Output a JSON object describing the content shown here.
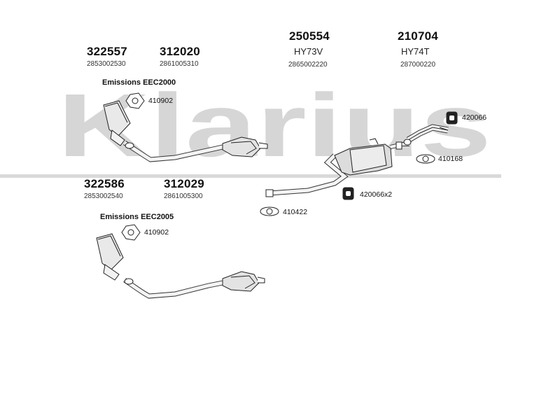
{
  "watermark": {
    "text": "Klarius",
    "color": "#d6d6d6"
  },
  "parts": {
    "p322557": {
      "number": "322557",
      "oem": "2853002530"
    },
    "p312020": {
      "number": "312020",
      "oem": "2861005310"
    },
    "p250554": {
      "number": "250554",
      "code": "HY73V",
      "oem": "2865002220"
    },
    "p210704": {
      "number": "210704",
      "code": "HY74T",
      "oem": "287000220"
    },
    "p322586": {
      "number": "322586",
      "oem": "2853002540"
    },
    "p312029": {
      "number": "312029",
      "oem": "2861005300"
    }
  },
  "emissions": {
    "eec2000": "Emissions EEC2000",
    "eec2005": "Emissions EEC2005"
  },
  "fittings": {
    "f410902a": "410902",
    "f410902b": "410902",
    "f420066": "420066",
    "f410168": "410168",
    "f420066x2": "420066x2",
    "f410422": "410422"
  }
}
